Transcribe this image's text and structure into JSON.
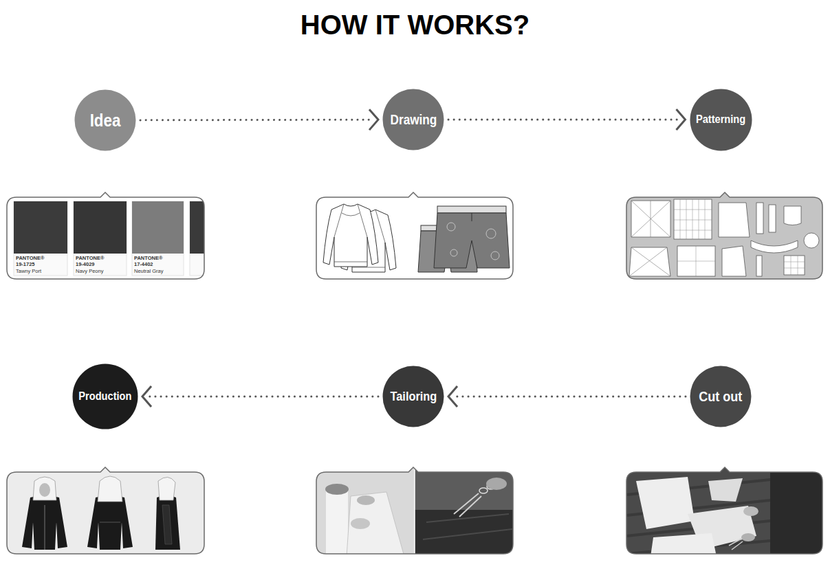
{
  "diagram": {
    "title": "HOW IT WORKS?",
    "nodes": [
      {
        "text": [
          "Idea"
        ]
      },
      {
        "text": [
          "Drawing"
        ]
      },
      {
        "text": [
          "Patterning"
        ]
      },
      {
        "text": [
          "Production"
        ]
      },
      {
        "text": [
          "Tailoring"
        ]
      },
      {
        "text": [
          "Cut out"
        ]
      }
    ],
    "edges": [
      {
        "from": 0,
        "to": 1,
        "arrow": "to"
      },
      {
        "from": 1,
        "to": 2,
        "arrow": "to"
      },
      {
        "from": 5,
        "to": 4,
        "arrow": "to"
      },
      {
        "from": 4,
        "to": 3,
        "arrow": "to"
      }
    ],
    "labels": [
      "PANTONE®",
      "19-1725",
      "Tawny Port",
      "PANTONE®",
      "19-4029",
      "Navy Peony",
      "PANTONE®",
      "17-4402",
      "Neutral Gray"
    ]
  }
}
